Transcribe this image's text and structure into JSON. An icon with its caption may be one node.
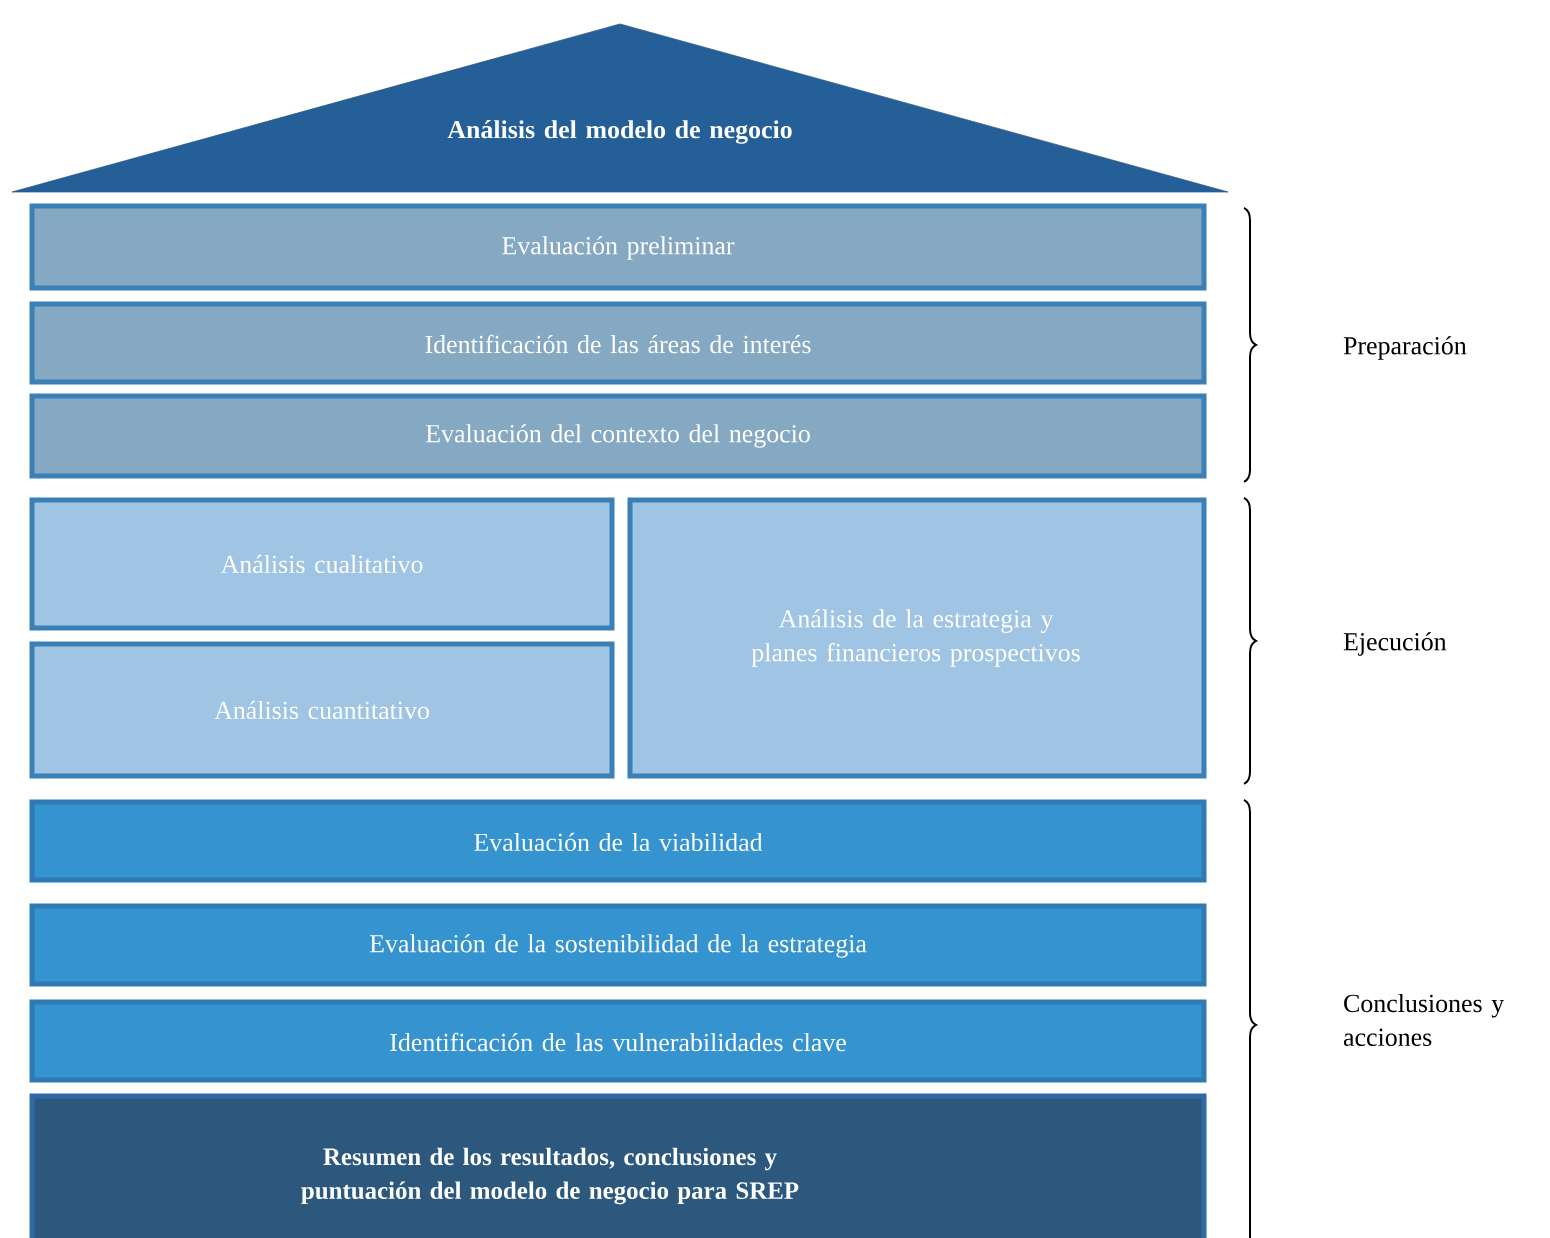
{
  "diagram": {
    "nodes": [
      {
        "text": [
          "Análisis del modelo de negocio"
        ]
      },
      {
        "text": [
          "Evaluación preliminar"
        ]
      },
      {
        "text": [
          "Identificación de las áreas de interés"
        ]
      },
      {
        "text": [
          "Evaluación del contexto del negocio"
        ]
      },
      {
        "text": [
          "Análisis cualitativo"
        ]
      },
      {
        "text": [
          "Análisis cuantitativo"
        ]
      },
      {
        "text": [
          "Análisis de la estrategia y planes financieros prospectivos"
        ]
      },
      {
        "text": [
          "Evaluación de la viabilidad"
        ]
      },
      {
        "text": [
          "Evaluación de la sostenibilidad de la estrategia"
        ]
      },
      {
        "text": [
          "Identificación de las vulnerabilidades clave"
        ]
      },
      {
        "text": [
          "Resumen de los resultados, conclusiones y puntuación del modelo de negocio para SREP"
        ]
      }
    ],
    "edges": [],
    "labels": [
      "Preparación",
      "Ejecución",
      "Conclusiones y acciones"
    ]
  }
}
